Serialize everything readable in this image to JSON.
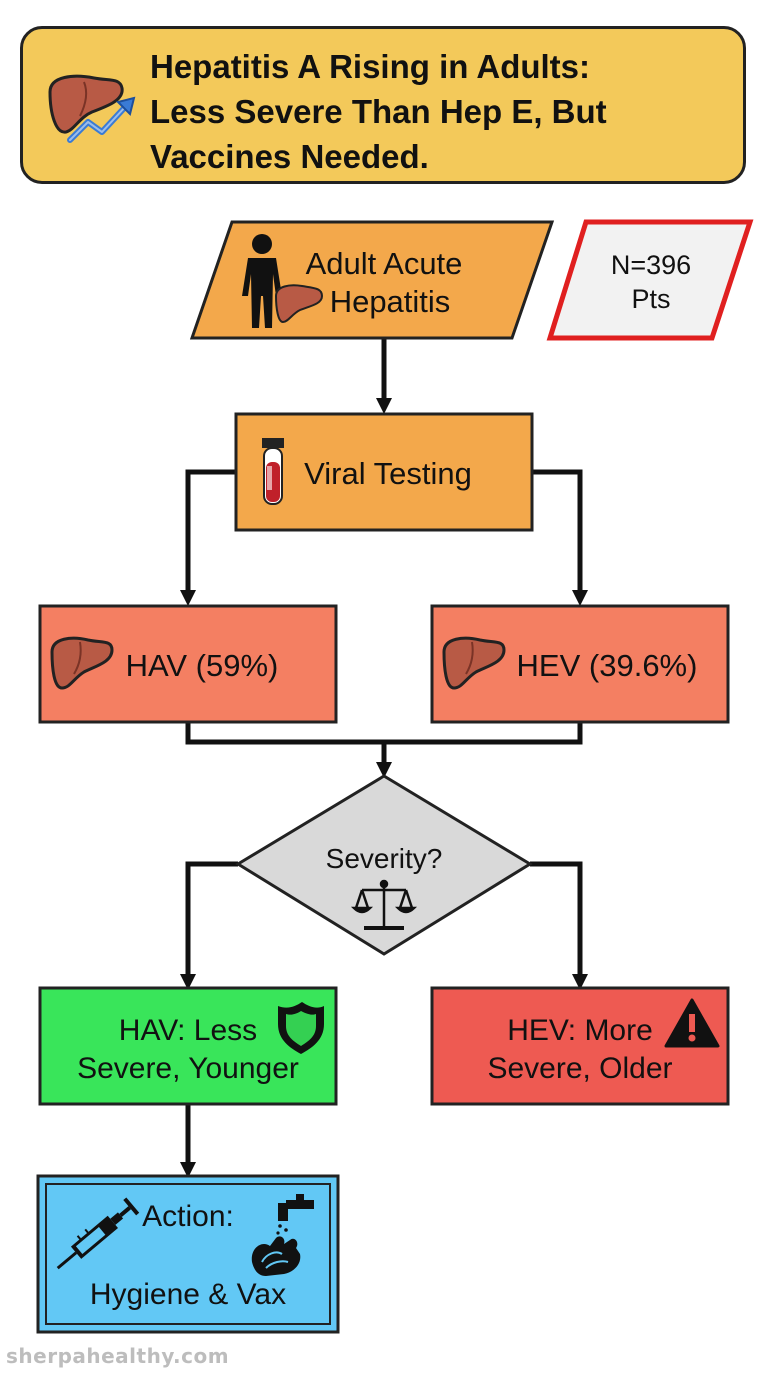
{
  "title": {
    "lines": [
      "Hepatitis A Rising in Adults:",
      "Less Severe Than Hep E, But",
      "Vaccines Needed."
    ]
  },
  "nodes": {
    "start": {
      "line1": "Adult Acute",
      "line2": "Hepatitis"
    },
    "sample": {
      "line1": "N=396",
      "line2": "Pts"
    },
    "testing": {
      "label": "Viral Testing"
    },
    "hav": {
      "label": "HAV (59%)"
    },
    "hev": {
      "label": "HEV (39.6%)"
    },
    "decision": {
      "label": "Severity?"
    },
    "hav_outcome": {
      "line1": "HAV: Less",
      "line2": "Severe, Younger"
    },
    "hev_outcome": {
      "line1": "HEV: More",
      "line2": "Severe, Older"
    },
    "action": {
      "line1": "Action:",
      "line2": "Hygiene & Vax"
    }
  },
  "icons": [
    "liver-trend-icon",
    "person-icon",
    "liver-icon",
    "blood-tube-icon",
    "scale-icon",
    "shield-icon",
    "warning-icon",
    "syringe-icon",
    "handwash-icon"
  ],
  "colors": {
    "title_bg": "#f3c95a",
    "orange": "#f3a84b",
    "salmon": "#f47f62",
    "decision": "#d9d9d9",
    "green": "#39e55a",
    "red": "#ee5a52",
    "blue": "#62c8f5",
    "sample_border": "#e02020"
  },
  "watermark": "sherpahealthy.com"
}
